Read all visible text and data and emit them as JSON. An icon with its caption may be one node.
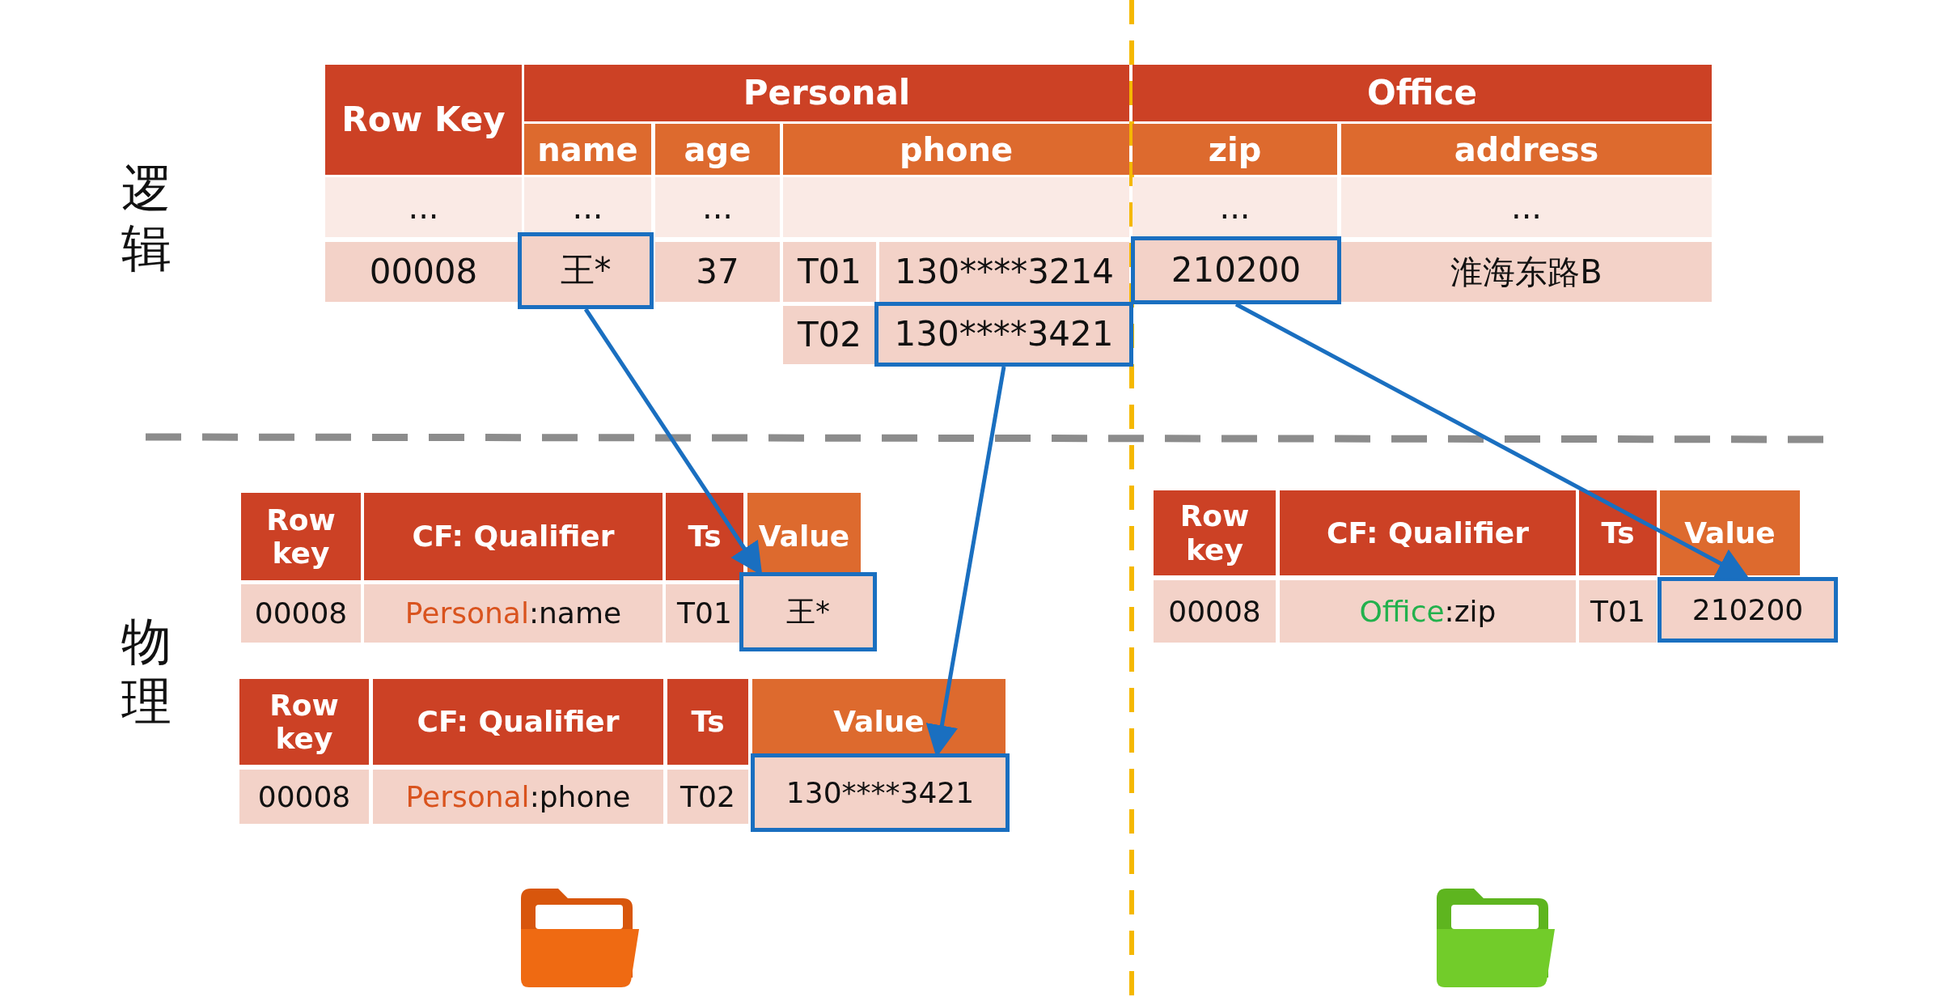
{
  "diagram": {
    "nodes": [
      {
        "text": [
          "王*"
        ]
      },
      {
        "text": [
          "130****3421"
        ]
      },
      {
        "text": [
          "210200"
        ]
      },
      {
        "text": [
          "王*"
        ]
      },
      {
        "text": [
          "130****3421"
        ]
      },
      {
        "text": [
          "210200"
        ]
      }
    ],
    "edges": [
      {
        "from": 0,
        "to": 3,
        "arrow": "to"
      },
      {
        "from": 1,
        "to": 4,
        "arrow": "to"
      },
      {
        "from": 2,
        "to": 5,
        "arrow": "to"
      }
    ],
    "labels": [
      "逻辑",
      "Row Key",
      "Personal",
      "Office",
      "name",
      "age",
      "phone",
      "zip",
      "address",
      "...",
      "...",
      "...",
      "...",
      "...",
      "00008",
      "37",
      "T01",
      "130****3214",
      "淮海东路B",
      "T02",
      "物理",
      "Row key",
      "CF: Qualifier",
      "Ts",
      "Value",
      "00008",
      "Personal:name",
      "T01",
      "Row key",
      "CF: Qualifier",
      "Ts",
      "Value",
      "00008",
      "Office:zip",
      "T01",
      "Row key",
      "CF: Qualifier",
      "Ts",
      "Value",
      "00008",
      "Personal:phone",
      "T02"
    ]
  }
}
